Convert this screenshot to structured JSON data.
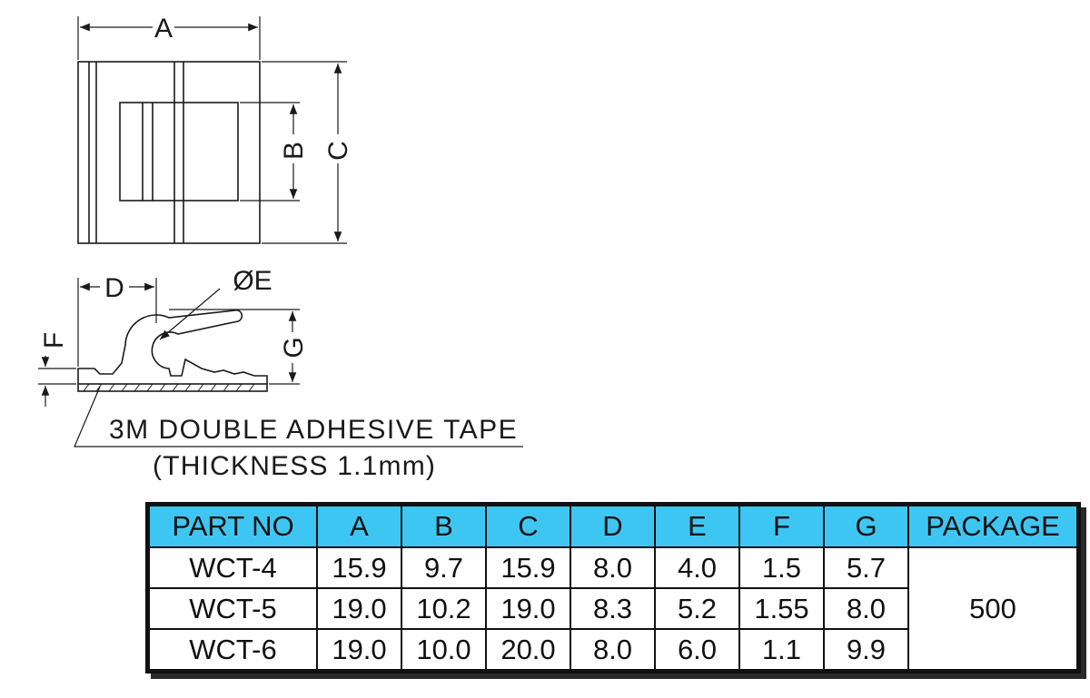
{
  "dimension_labels": {
    "a": "A",
    "b": "B",
    "c": "C",
    "d": "D",
    "e": "ØE",
    "f": "F",
    "g": "G"
  },
  "tape_note": {
    "line1": "3M DOUBLE ADHESIVE TAPE",
    "line2": "(THICKNESS 1.1mm)"
  },
  "table": {
    "headers": [
      "PART NO",
      "A",
      "B",
      "C",
      "D",
      "E",
      "F",
      "G",
      "PACKAGE"
    ],
    "rows": [
      {
        "part": "WCT-4",
        "a": "15.9",
        "b": "9.7",
        "c": "15.9",
        "d": "8.0",
        "e": "4.0",
        "f": "1.5",
        "g": "5.7"
      },
      {
        "part": "WCT-5",
        "a": "19.0",
        "b": "10.2",
        "c": "19.0",
        "d": "8.3",
        "e": "5.2",
        "f": "1.55",
        "g": "8.0"
      },
      {
        "part": "WCT-6",
        "a": "19.0",
        "b": "10.0",
        "c": "20.0",
        "d": "8.0",
        "e": "6.0",
        "f": "1.1",
        "g": "9.9"
      }
    ],
    "package": "500"
  },
  "colors": {
    "header_bg": "#3ec6f2",
    "line": "#1a1a1a"
  }
}
